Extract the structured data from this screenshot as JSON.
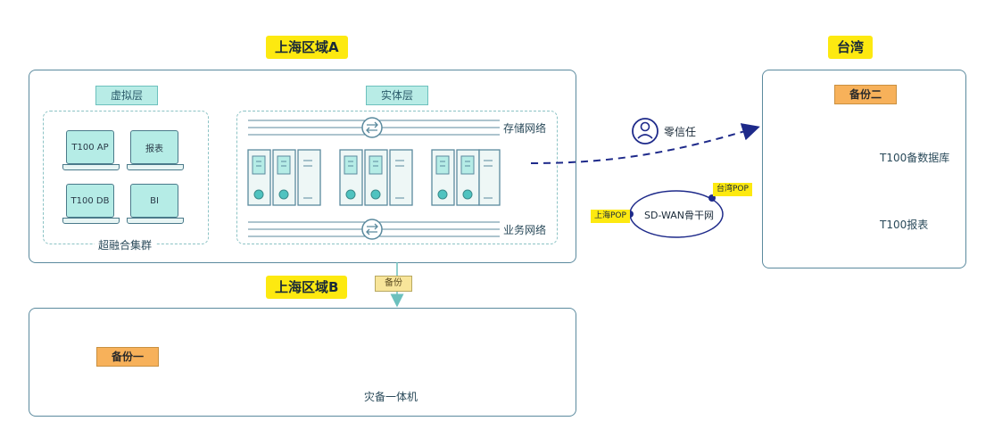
{
  "regions": {
    "shanghai_a": "上海区域A",
    "shanghai_b": "上海区域B",
    "taiwan": "台湾"
  },
  "shanghai_a": {
    "virtual_layer": "虚拟层",
    "physical_layer": "实体层",
    "hci_cluster_label": "超融合集群",
    "laptops": [
      "T100 AP",
      "报表",
      "T100 DB",
      "BI"
    ],
    "storage_network": "存储网络",
    "business_network": "业务网络"
  },
  "links": {
    "zero_trust": "零信任",
    "sdwan": "SD-WAN骨干网",
    "pop_shanghai": "上海POP",
    "pop_taiwan": "台湾POP",
    "backup_arrow": "备份"
  },
  "shanghai_b": {
    "backup_one": "备份一",
    "dr_appliance": "灾备一体机"
  },
  "taiwan": {
    "backup_two": "备份二",
    "t100_backup_db": "T100备数据库",
    "t100_report": "T100报表"
  },
  "colors": {
    "panel_border": "#5b8a9e",
    "accent_yellow": "#fde910",
    "teal_fill": "#b5ece6",
    "orange_fill": "#f7b15a",
    "arrow_blue": "#1e2a8a"
  }
}
